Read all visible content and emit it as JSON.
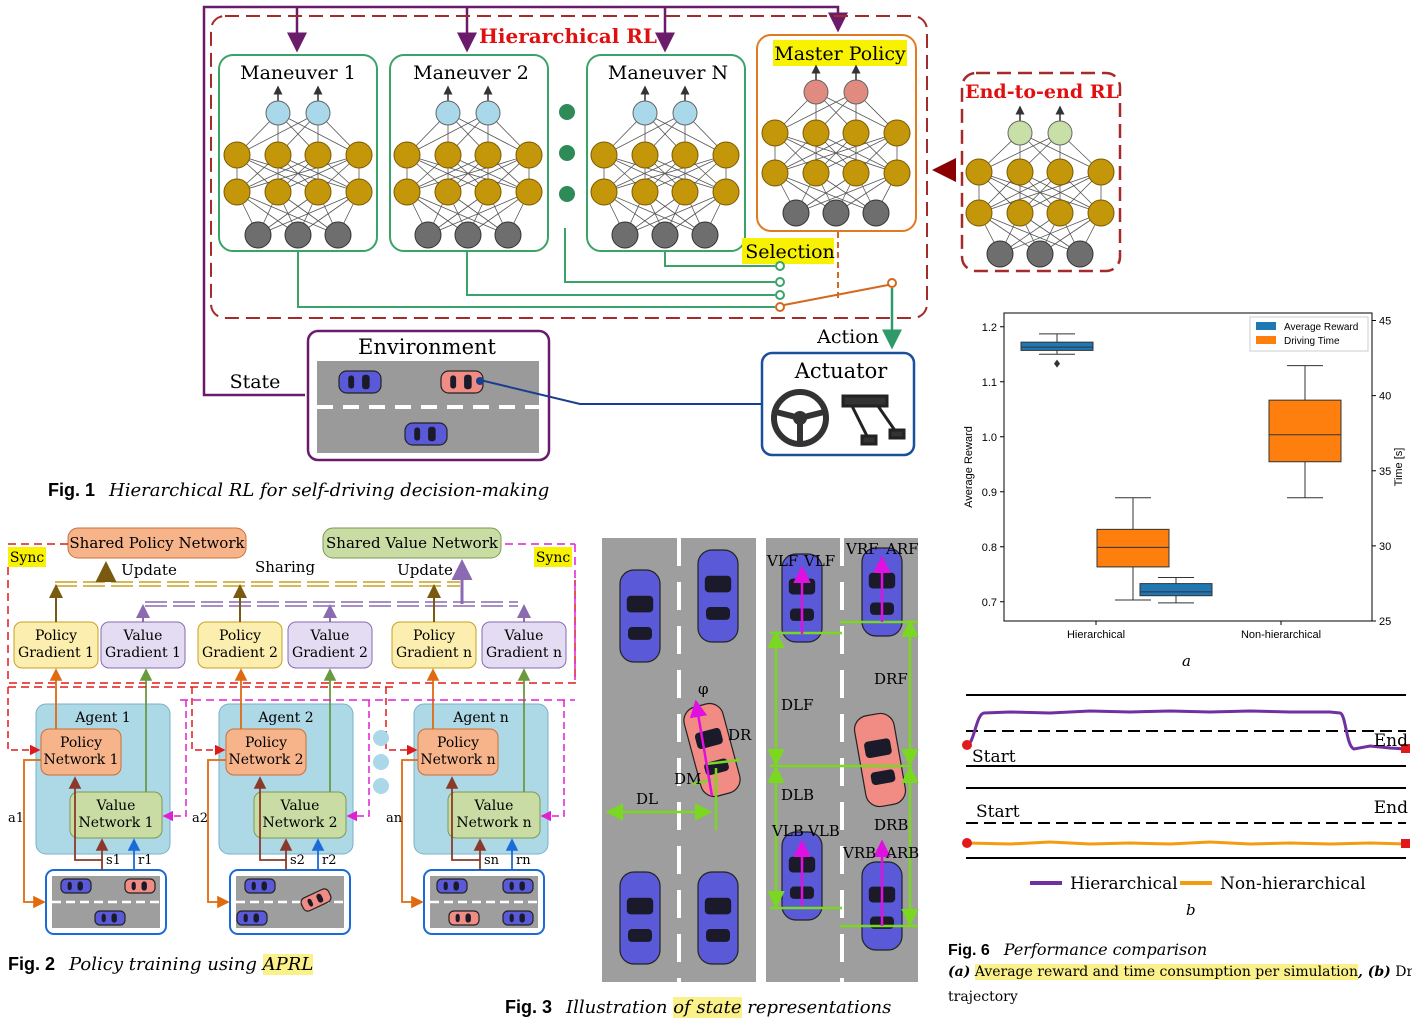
{
  "fig1": {
    "hierarchical_title": "Hierarchical RL",
    "maneuvers": [
      "Maneuver 1",
      "Maneuver 2",
      "Maneuver N"
    ],
    "master_policy": "Master Policy",
    "selection": "Selection",
    "end_to_end_title": "End-to-end RL",
    "environment": "Environment",
    "state": "State",
    "action": "Action",
    "actuator": "Actuator",
    "caption_label": "Fig. 1",
    "caption_text": "Hierarchical RL for self-driving decision-making"
  },
  "fig2": {
    "shared_policy": "Shared Policy Network",
    "shared_value": "Shared Value Network",
    "sync": "Sync",
    "update": "Update",
    "sharing": "Sharing",
    "policy_gradients": [
      "Policy\nGradient 1",
      "Policy\nGradient 2",
      "Policy\nGradient n"
    ],
    "value_gradients": [
      "Value\nGradient 1",
      "Value\nGradient 2",
      "Value\nGradient n"
    ],
    "agents": [
      "Agent 1",
      "Agent 2",
      "Agent n"
    ],
    "policy_networks": [
      "Policy\nNetwork 1",
      "Policy\nNetwork 2",
      "Policy\nNetwork n"
    ],
    "value_networks": [
      "Value\nNetwork 1",
      "Value\nNetwork 2",
      "Value\nNetwork n"
    ],
    "actions": [
      "a1",
      "a2",
      "an"
    ],
    "states": [
      "s1",
      "s2",
      "sn"
    ],
    "rewards": [
      "r1",
      "r2",
      "rn"
    ],
    "caption_label": "Fig. 2",
    "caption_text": "Policy training using",
    "caption_highlight": "APRL"
  },
  "fig3": {
    "labels": {
      "phi": "φ",
      "dr": "DR",
      "dm": "DM",
      "dl": "DL",
      "vlf": "VLF",
      "vrf": "VRF",
      "arf": "ARF",
      "dlf": "DLF",
      "drf": "DRF",
      "dlb": "DLB",
      "drb": "DRB",
      "vlb": "VLB",
      "vrb": "VRB",
      "arb": "ARB"
    },
    "caption_label": "Fig. 3",
    "caption_text_pre": "Illustration",
    "caption_highlight": "of state",
    "caption_text_post": "representations"
  },
  "fig6": {
    "panel_a_label": "a",
    "panel_b_label": "b",
    "start": "Start",
    "end": "End",
    "legend_hier": "Hierarchical",
    "legend_nonhier": "Non-hierarchical",
    "caption_label": "Fig. 6",
    "caption_text": "Performance comparison",
    "caption_line2_a": "(a)",
    "caption_line2_hl": "Average reward and time consumption per simulation",
    "caption_line2_b": ", (b)",
    "caption_line2_rest": "Driving",
    "caption_line3": "trajectory"
  },
  "chart_data": {
    "type": "box",
    "categories": [
      "Hierarchical",
      "Non-hierarchical"
    ],
    "ylabel": "Average Reward",
    "y2label": "Time [s]",
    "ylim": [
      0.665,
      1.225
    ],
    "y2lim": [
      25,
      45.5
    ],
    "yticks": [
      0.7,
      0.8,
      0.9,
      1.0,
      1.1,
      1.2
    ],
    "y2ticks": [
      25,
      30,
      35,
      40,
      45
    ],
    "legend_position": "top-right",
    "series": [
      {
        "name": "Average Reward",
        "axis": "left",
        "color": "#1f77b4",
        "boxes": [
          {
            "whislo": 1.15,
            "q1": 1.157,
            "med": 1.163,
            "q3": 1.172,
            "whishi": 1.187,
            "fliers": [
              1.133
            ]
          },
          {
            "whislo": 0.698,
            "q1": 0.711,
            "med": 0.718,
            "q3": 0.733,
            "whishi": 0.744,
            "fliers": []
          }
        ]
      },
      {
        "name": "Driving Time",
        "axis": "right",
        "color": "#ff7f0e",
        "boxes": [
          {
            "whislo": 26.4,
            "q1": 28.6,
            "med": 29.9,
            "q3": 31.1,
            "whishi": 33.2,
            "fliers": []
          },
          {
            "whislo": 33.2,
            "q1": 35.6,
            "med": 37.4,
            "q3": 39.7,
            "whishi": 42.0,
            "fliers": []
          }
        ]
      }
    ]
  }
}
